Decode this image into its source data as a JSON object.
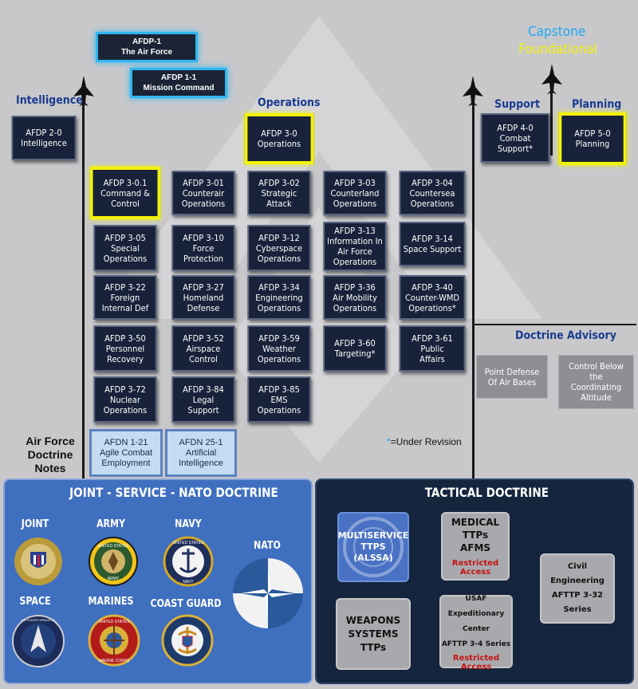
{
  "legend": {
    "capstone": "Capstone",
    "foundational": "Foundational",
    "capstone_color": "#1ea7ee",
    "foundational_color": "#f2f20a"
  },
  "top_docs": [
    {
      "label": "AFDP-1\nThe Air Force"
    },
    {
      "label": "AFDP 1-1\nMission Command"
    }
  ],
  "headers": {
    "intelligence": "Intelligence",
    "operations": "Operations",
    "support": "Support",
    "planning": "Planning",
    "doctrine_advisory": "Doctrine Advisory"
  },
  "docs": {
    "d2_0": "AFDP 2-0\nIntelligence",
    "d3_0": "AFDP 3-0\nOperations",
    "d4_0": "AFDP 4-0\nCombat Support*",
    "d5_0": "AFDP 5-0\nPlanning",
    "d3_01x": "AFDP 3-0.1\nCommand &\nControl",
    "d3_01": "AFDP 3-01\nCounterair\nOperations",
    "d3_02": "AFDP 3-02\nStrategic\nAttack",
    "d3_03": "AFDP 3-03\nCounterland\nOperations",
    "d3_04": "AFDP 3-04\nCountersea\nOperations",
    "d3_05": "AFDP 3-05\nSpecial\nOperations",
    "d3_10": "AFDP 3-10\nForce\nProtection",
    "d3_12": "AFDP 3-12\nCyberspace\nOperations",
    "d3_13": "AFDP 3-13\nInformation In\nAir Force\nOperations",
    "d3_14": "AFDP 3-14\nSpace Support",
    "d3_22": "AFDP 3-22\nForeign\nInternal Def",
    "d3_27": "AFDP 3-27\nHomeland\nDefense",
    "d3_34": "AFDP 3-34\nEngineering\nOperations",
    "d3_36": "AFDP 3-36\nAir Mobility\nOperations",
    "d3_40": "AFDP 3-40\nCounter-WMD\nOperations*",
    "d3_50": "AFDP 3-50\nPersonnel\nRecovery",
    "d3_52": "AFDP 3-52\nAirspace\nControl",
    "d3_59": "AFDP 3-59\nWeather\nOperations",
    "d3_60": "AFDP 3-60\nTargeting*",
    "d3_61": "AFDP 3-61\nPublic\nAffairs",
    "d3_72": "AFDP 3-72\nNuclear\nOperations",
    "d3_84": "AFDP 3-84\nLegal\nSupport",
    "d3_85": "AFDP 3-85\nEMS\nOperations"
  },
  "advisory": [
    "Point Defense\nOf Air Bases",
    "Control Below\nthe\nCoordinating\nAltitude"
  ],
  "notes": {
    "title": "Air Force\nDoctrine\nNotes",
    "items": [
      "AFDN 1-21\nAgile Combat\nEmployment",
      "AFDN 25-1\nArtificial\nIntelligence"
    ]
  },
  "under_revision": {
    "star": "*",
    "text": "=Under Revision"
  },
  "joint_panel": {
    "title": "JOINT - SERVICE - NATO DOCTRINE",
    "services": [
      "JOINT",
      "ARMY",
      "NAVY",
      "NATO",
      "SPACE",
      "MARINES",
      "COAST GUARD"
    ],
    "seal_text": {
      "army": "UNITED STATES",
      "army_sub": "ARMY",
      "navy": "UNITED STATES",
      "navy_sub": "NAVY",
      "marines": "UNITED STATES",
      "marines_sub": "MARINE CORPS",
      "space": "UNITED STATES SPACE FORCE"
    }
  },
  "tactical_panel": {
    "title": "TACTICAL DOCTRINE",
    "cards": [
      {
        "title": "MULTISERVICE\nTTPS\n(ALSSA)"
      },
      {
        "title": "MEDICAL TTPs\nAFMS",
        "restricted": "Restricted Access"
      },
      {
        "title": "Civil Engineering\nAFTTP 3-32 Series"
      },
      {
        "title": "WEAPONS\nSYSTEMS TTPs"
      },
      {
        "title": "USAF Expeditionary\nCenter\nAFTTP 3-4 Series",
        "restricted": "Restricted Access"
      }
    ]
  }
}
